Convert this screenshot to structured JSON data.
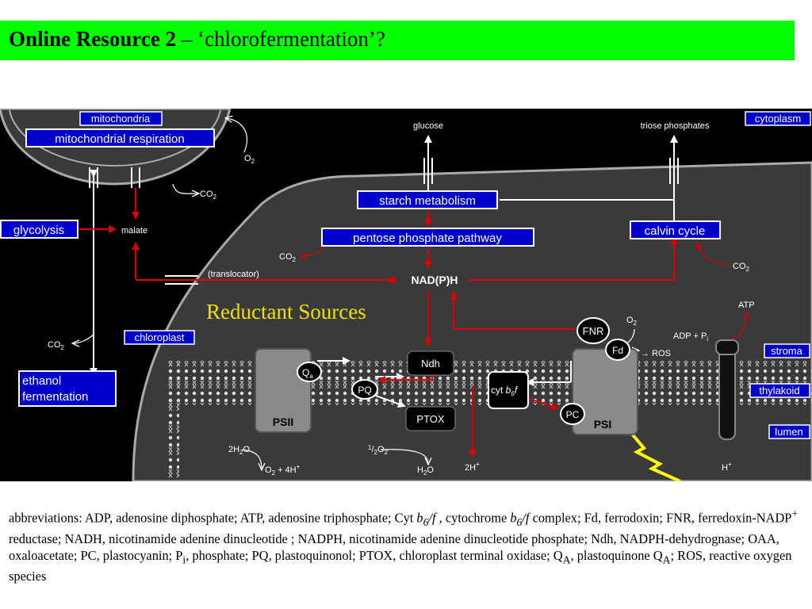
{
  "title": {
    "bold": "Online Resource 2",
    "rest": " – ‘chlorofermentation’?"
  },
  "diagram": {
    "compartments": {
      "mitochondria": "mitochondria",
      "cytoplasm": "cytoplasm",
      "chloroplast": "chloroplast",
      "stroma": "stroma",
      "thylakoid": "thylakoid",
      "lumen": "lumen"
    },
    "processes": {
      "mito_resp": "mitochondrial respiration",
      "glycolysis": "glycolysis",
      "starch": "starch metabolism",
      "ppp": "pentose phosphate pathway",
      "calvin": "calvin cycle",
      "ethanol_1": "ethanol",
      "ethanol_2": "fermentation"
    },
    "metabolites": {
      "glucose": "glucose",
      "triose": "triose phosphates",
      "malate": "malate",
      "translocator": "(translocator)",
      "nadph": "NAD(P)H",
      "o2": "O",
      "co2": "CO",
      "sub2": "2",
      "atp": "ATP",
      "adp": "ADP + P",
      "adp_sub": "i",
      "ros": "→ ROS",
      "two_h2o": "2H",
      "two_h2o_b": "O",
      "o2_4h": "O",
      "o2_4h_b": " + 4H",
      "plus": "+",
      "half_a": "1",
      "half_b": "/",
      "half_c": "2",
      "half_o": "O",
      "h2o_a": "H",
      "h2o_b": "O",
      "two_h": "2H",
      "h": "H"
    },
    "reductant": "Reductant Sources",
    "complexes": {
      "psii": "PSII",
      "psi": "PSI",
      "qa": "Q",
      "qa_sub": "a",
      "pq": "PQ",
      "ndh": "Ndh",
      "ptox": "PTOX",
      "cyt_a": "cyt ",
      "cyt_b": "b",
      "cyt_sub": "6",
      "cyt_c": "f",
      "pc": "PC",
      "fnr": "FNR",
      "fd": "Fd"
    }
  },
  "abbreviations": {
    "l1a": "abbreviations: ADP, adenosine diphosphate; ATP, adenosine triphosphate; Cyt ",
    "b6": "b",
    "sub6": "6",
    "slashf": "/f",
    "l1b": " , cytochrome ",
    "b6b": "b",
    "sub6b": "6",
    "slashfb": "/f",
    "l1c": " complex; Fd, ferrodoxin; FNR, ferredoxin-NADP",
    "plus": "+",
    "l2": " reductase; NADH, nicotinamide adenine dinucleotide ; NADPH, nicotinamide adenine dinucleotide phosphate; Ndh, NADPH-dehydrognase; OAA, oxaloacetate; PC, plastocyanin; P",
    "pi_sub": "i",
    "l3": ", phosphate; PQ, plastoquinonol; PTOX, chloroplast terminal oxidase; Q",
    "qa_sub": "A",
    "l4": ", plastoquinone Q",
    "qa_sub2": "A",
    "l5": "; ROS, reactive oxygen species"
  },
  "colors": {
    "title_bg": "#00ff00",
    "diagram_bg": "#000000",
    "cell": "#3a3a3a",
    "label_bg": "#0000cc",
    "red": "#dd0000",
    "yellow": "#ffff00",
    "text_yellow": "#f0e000"
  }
}
